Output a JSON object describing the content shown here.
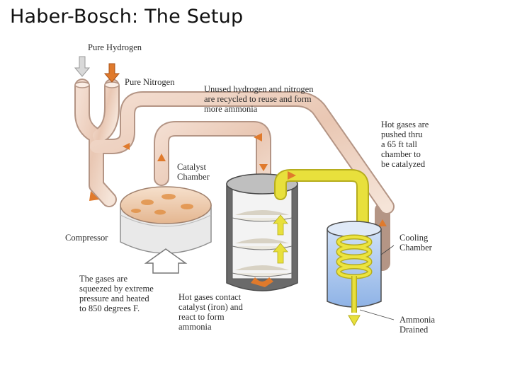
{
  "title": "Haber-Bosch: The Setup",
  "diagram": {
    "labels": {
      "pure_hydrogen": "Pure Hydrogen",
      "pure_nitrogen": "Pure Nitrogen",
      "recycled": [
        "Unused hydrogen and nitrogen",
        "are recycled to reuse and form",
        "more ammonia"
      ],
      "hot_gases_pushed": [
        "Hot gases are",
        "pushed thru",
        "a 65 ft tall",
        "chamber to",
        "be catalyzed"
      ],
      "catalyst_chamber": [
        "Catalyst",
        "Chamber"
      ],
      "compressor": "Compressor",
      "cooling_chamber": [
        "Cooling",
        "Chamber"
      ],
      "gases_squeezed": [
        "The gases are",
        "squeezed by extreme",
        "pressure and heated",
        "to 850 degrees F."
      ],
      "hot_gases_contact": [
        "Hot gases contact",
        "catalyst (iron) and",
        "react to form",
        "ammonia"
      ],
      "ammonia_drained": [
        "Ammonia",
        "Drained"
      ]
    },
    "colors": {
      "pipe_gas": "#f0d8c8",
      "pipe_edge": "#b89a8a",
      "ammonia_pipe": "#e6e23a",
      "arrow_orange": "#e07a2c",
      "cooling_water": "#a9c8ee",
      "steel": "#c8c8c8"
    }
  }
}
